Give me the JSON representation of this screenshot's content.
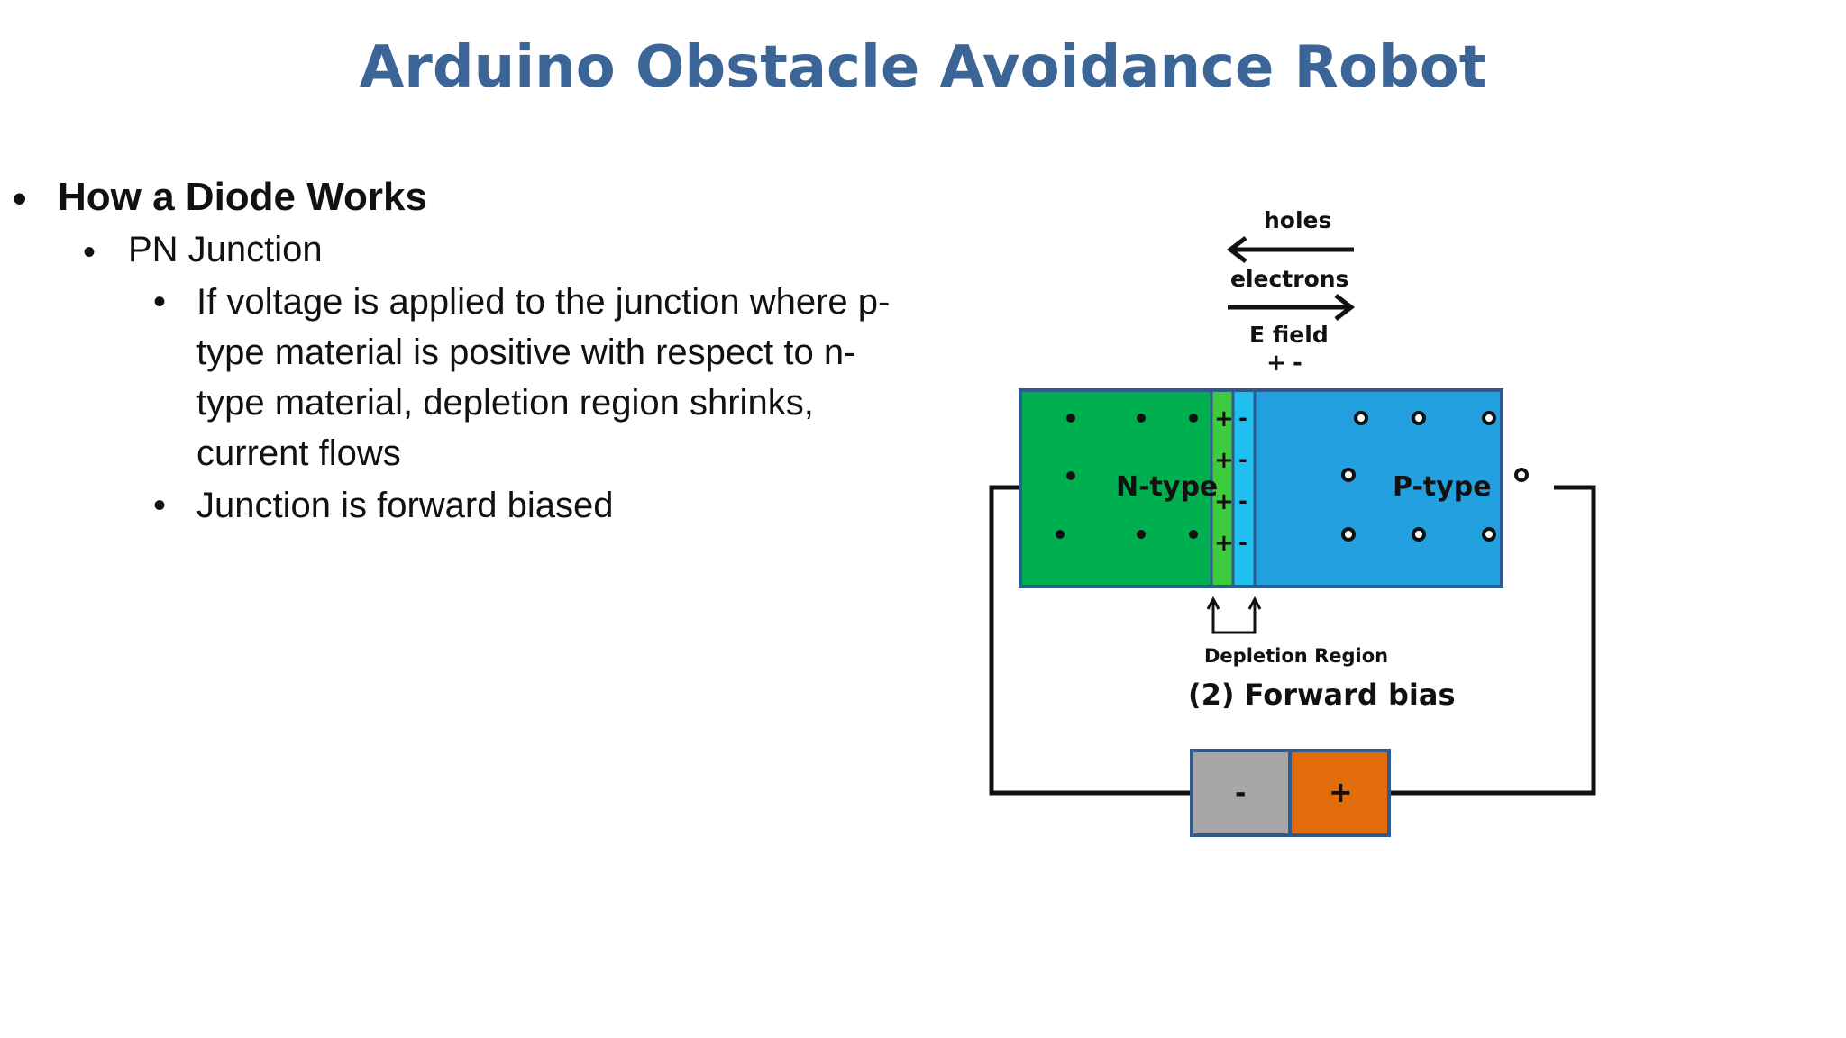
{
  "slide": {
    "title": "Arduino Obstacle Avoidance Robot"
  },
  "bullets": {
    "level1": "How a Diode Works",
    "level2": "PN Junction",
    "level3a": "If voltage is applied to the junction where p-type material is positive with respect to n-type material, depletion region shrinks, current flows",
    "level3b": "Junction is forward biased"
  },
  "diagram": {
    "holes_label": "holes",
    "electrons_label": "electrons",
    "efield_label": "E field",
    "efield_plus": "+",
    "efield_minus": "-",
    "n_label": "N-type",
    "p_label": "P-type",
    "depletion_label": "Depletion Region",
    "caption": "(2) Forward bias",
    "battery_minus": "-",
    "battery_plus": "+",
    "colors": {
      "n_region": "#00b050",
      "depletion_n": "#3dcc3d",
      "depletion_p": "#1fbfef",
      "p_region": "#22a0e0",
      "border": "#2e5a8e",
      "battery_neg": "#a6a6a6",
      "battery_pos": "#e36c0a",
      "title": "#3a6596"
    }
  }
}
